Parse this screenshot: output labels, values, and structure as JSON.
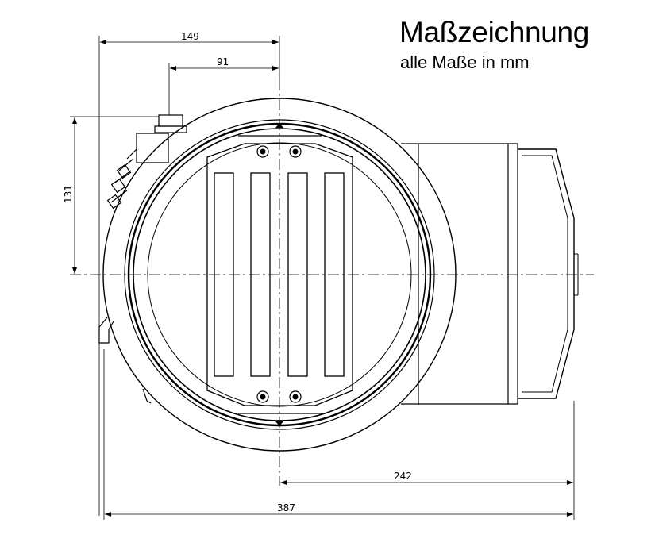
{
  "header": {
    "title": "Maßzeichnung",
    "subtitle": "alle Maße in mm"
  },
  "dimensions": {
    "d149": "149",
    "d91": "91",
    "d131": "131",
    "d242": "242",
    "d387": "387"
  },
  "colors": {
    "line": "#000000",
    "background": "#ffffff"
  }
}
